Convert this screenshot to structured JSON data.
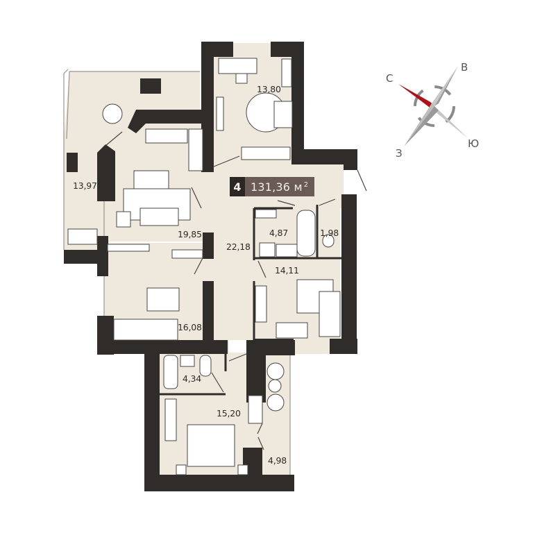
{
  "apartment": {
    "rooms_count": "4",
    "total_area": "131,36",
    "area_unit": "м",
    "area_unit_sup": "2"
  },
  "rooms": [
    {
      "id": "loggia-left",
      "area": "13,97"
    },
    {
      "id": "kitchen-living",
      "area": "19,85"
    },
    {
      "id": "hall",
      "area": "22,18"
    },
    {
      "id": "bedroom-top",
      "area": "13,80"
    },
    {
      "id": "bathroom-1",
      "area": "4,87"
    },
    {
      "id": "wc",
      "area": "1,98"
    },
    {
      "id": "bedroom-right",
      "area": "14,11"
    },
    {
      "id": "kids-room",
      "area": "16,08"
    },
    {
      "id": "bathroom-2",
      "area": "4,34"
    },
    {
      "id": "master-bedroom",
      "area": "15,20"
    },
    {
      "id": "balcony-bottom",
      "area": "4,98"
    }
  ],
  "compass": {
    "north": "С",
    "east": "В",
    "south": "Ю",
    "west": "З",
    "needle_color": "#d4141c"
  },
  "colors": {
    "wall": "#2f2c2a",
    "floor": "#efe8dd",
    "furniture": "#ffffff",
    "line": "#4a4542",
    "badge_dark": "#2b2725",
    "badge_area": "#6a5b56"
  }
}
